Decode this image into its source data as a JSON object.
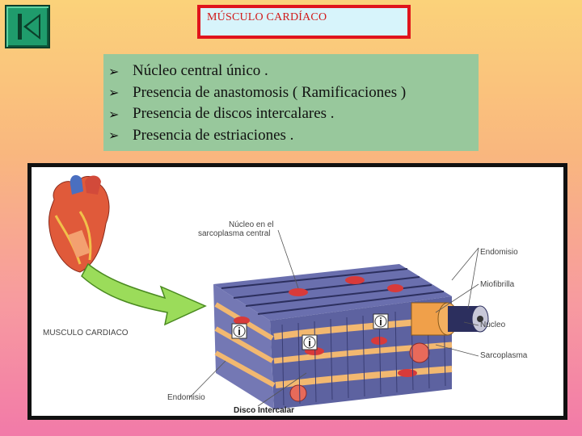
{
  "title": "MÚSCULO CARDÍACO",
  "bullets": [
    "Núcleo central único .",
    "Presencia de anastomosis ( Ramificaciones )",
    "Presencia de discos intercalares .",
    "Presencia de estriaciones ."
  ],
  "figure": {
    "heart_caption": "MUSCULO CARDIACO",
    "label_nucleo_central_1": "Núcleo en el",
    "label_nucleo_central_2": "sarcoplasma central",
    "label_endomisio_right": "Endomisio",
    "label_miofibrilla": "Miofibrilla",
    "label_nucleo": "Núcleo",
    "label_sarcoplasma": "Sarcoplasma",
    "label_endomisio_bottom": "Endomisio",
    "label_disco_intercalar": "Disco Intercalar"
  },
  "colors": {
    "title_border": "#e0141c",
    "title_text": "#d11a1a",
    "bullet_bg": "#98c89c",
    "nav_button": "#1f9c6c"
  },
  "icons": [
    "first-slide-icon",
    "bullet-arrow-icon",
    "info-icon"
  ]
}
